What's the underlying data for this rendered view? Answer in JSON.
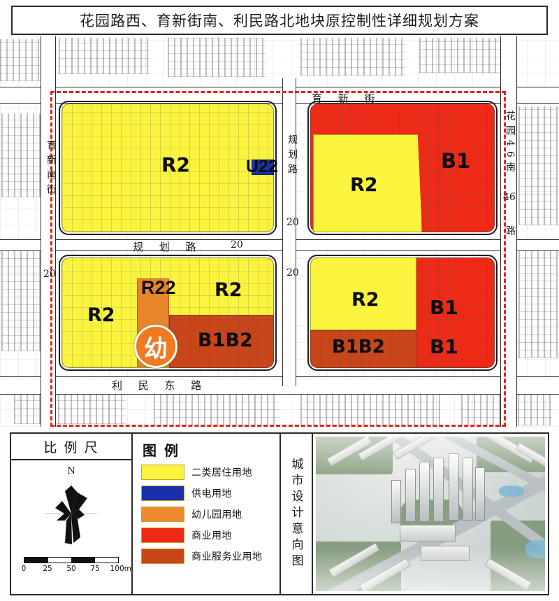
{
  "title": "花园路西、育新街南、利民路北地块原控制性详细规划方案",
  "map": {
    "parcels": [
      {
        "id": "nw-r2",
        "label": "R2",
        "use": "二类居住用地",
        "color": "#fbf43f"
      },
      {
        "id": "nw-u22",
        "label": "U22",
        "use": "供电用地",
        "color": "#1b2fa8"
      },
      {
        "id": "ne-b1",
        "label": "B1",
        "use": "商业用地",
        "color": "#ee2a17"
      },
      {
        "id": "ne-r2",
        "label": "R2",
        "use": "二类居住用地",
        "color": "#fbf43f"
      },
      {
        "id": "sw-r2",
        "label": "R2",
        "use": "二类居住用地",
        "color": "#fbf43f"
      },
      {
        "id": "sw-r22",
        "label": "R22",
        "use": "幼儿园用地",
        "color": "#e8842a"
      },
      {
        "id": "sw-r2b",
        "label": "R2",
        "use": "二类居住用地",
        "color": "#fbf43f"
      },
      {
        "id": "sw-b1b2",
        "label": "B1B2",
        "use": "商业服务业用地",
        "color": "#c9451a"
      },
      {
        "id": "se-r2",
        "label": "R2",
        "use": "二类居住用地",
        "color": "#fbf43f"
      },
      {
        "id": "se-b1a",
        "label": "B1",
        "use": "商业用地",
        "color": "#ee2a17"
      },
      {
        "id": "se-b1b",
        "label": "B1",
        "use": "商业用地",
        "color": "#ee2a17"
      },
      {
        "id": "se-b1b2",
        "label": "B1B2",
        "use": "商业服务业用地",
        "color": "#c9451a"
      }
    ],
    "kindergarten_symbol": "幼",
    "streets": [
      {
        "id": "yuxin-street",
        "name": "育 新 街",
        "orientation": "horizontal"
      },
      {
        "id": "guihua-road-mid",
        "name": "规 划 路",
        "orientation": "horizontal"
      },
      {
        "id": "limin-east-road",
        "name": "利 民 东 路",
        "orientation": "horizontal"
      },
      {
        "id": "yuxin-south-street",
        "name": "育新南街",
        "orientation": "vertical"
      },
      {
        "id": "guihua-road-vert",
        "name": "规划路",
        "orientation": "vertical"
      },
      {
        "id": "huayuan-46-south",
        "name": "花园46南",
        "orientation": "vertical"
      },
      {
        "id": "huayuan-46-road",
        "name": "路",
        "orientation": "vertical"
      }
    ],
    "width_marks": [
      "20",
      "20",
      "20",
      "20",
      "46"
    ],
    "boundary_color": "#e2231a"
  },
  "scale_panel": {
    "heading": "比 例 尺",
    "north_letter": "N",
    "ticks": [
      "0",
      "25",
      "50",
      "75",
      "100m"
    ]
  },
  "legend_panel": {
    "heading": "图 例",
    "items": [
      {
        "label": "二类居住用地",
        "color": "#fbf43f"
      },
      {
        "label": "供电用地",
        "color": "#1b2fa8"
      },
      {
        "label": "幼儿园用地",
        "color": "#ee8b2e"
      },
      {
        "label": "商业用地",
        "color": "#ee2a17"
      },
      {
        "label": "商业服务业用地",
        "color": "#c9451a"
      }
    ]
  },
  "render_panel": {
    "caption": "城市设计意向图"
  }
}
